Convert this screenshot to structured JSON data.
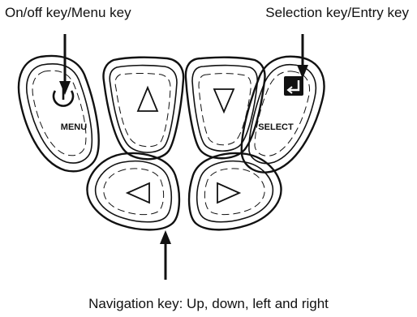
{
  "labels": {
    "power_menu": "On/off key/Menu key",
    "select_entry": "Selection key/Entry key",
    "navigation": "Navigation key: Up, down, left and right"
  },
  "keys": {
    "menu_text": "MENU",
    "select_text": "SELECT"
  },
  "icons": {
    "power": "power-icon",
    "enter": "enter-icon",
    "up": "up-arrow-icon",
    "down": "down-arrow-icon",
    "left": "left-arrow-icon",
    "right": "right-arrow-icon"
  }
}
